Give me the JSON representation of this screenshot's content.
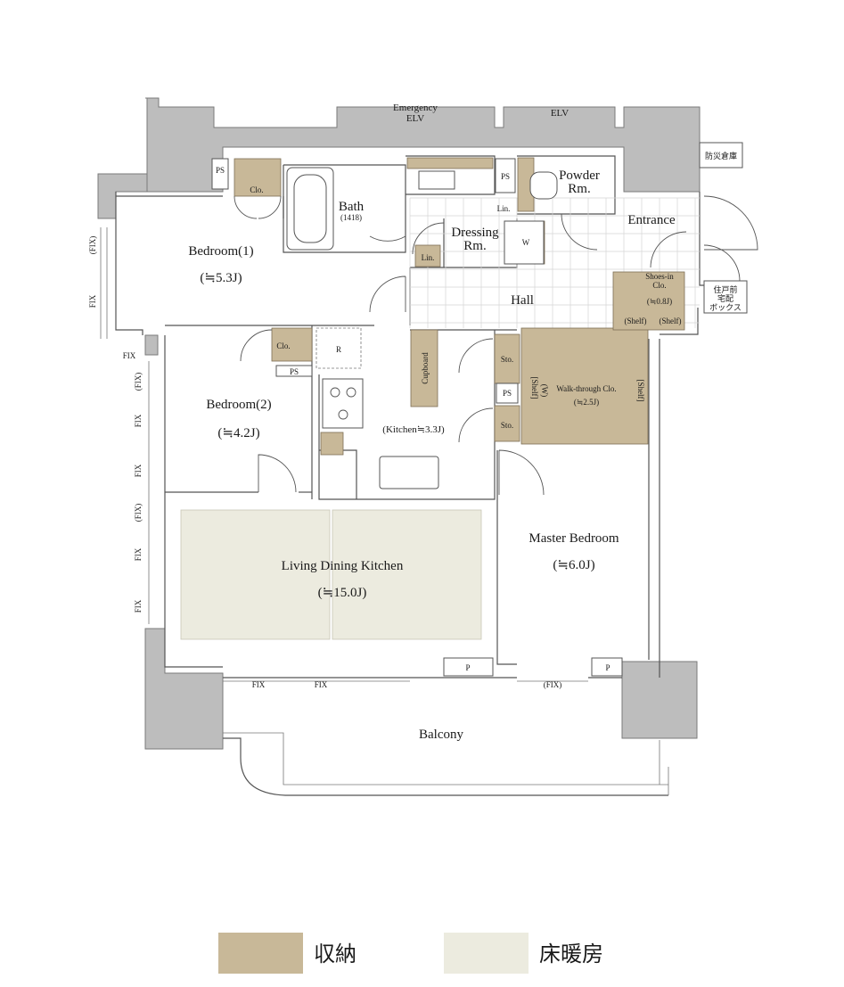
{
  "rooms": {
    "bedroom1": {
      "name": "Bedroom(1)",
      "area": "(≒5.3J)"
    },
    "bedroom2": {
      "name": "Bedroom(2)",
      "area": "(≒4.2J)"
    },
    "ldk": {
      "name": "Living Dining Kitchen",
      "area": "(≒15.0J)"
    },
    "master": {
      "name": "Master Bedroom",
      "area": "(≒6.0J)"
    },
    "kitchen": {
      "label": "(Kitchen≒3.3J)"
    },
    "bath": {
      "name": "Bath",
      "size": "(1418)"
    },
    "dressing": {
      "line1": "Dressing",
      "line2": "Rm."
    },
    "powder": {
      "line1": "Powder",
      "line2": "Rm."
    },
    "hall": {
      "name": "Hall"
    },
    "entrance": {
      "name": "Entrance"
    },
    "balcony": {
      "name": "Balcony"
    },
    "shoes": {
      "line1": "Shoes-in",
      "line2": "Clo.",
      "area": "(≒0.8J)",
      "shelf": "(Shelf)"
    },
    "walk_through": {
      "name": "Walk-through Clo.",
      "area": "(≒2.5J)",
      "shelf": "[Shelf]",
      "w": "(W)"
    }
  },
  "labels": {
    "emergency_elv_1": "Emergency",
    "emergency_elv_2": "ELV",
    "elv": "ELV",
    "disaster_storage": "防災倉庫",
    "delivery_box_1": "住戸前",
    "delivery_box_2": "宅配",
    "delivery_box_3": "ボックス",
    "ps": "PS",
    "clo": "Clo.",
    "lin": "Lin.",
    "sto": "Sto.",
    "w": "W",
    "r": "R",
    "cupboard": "Cupboard",
    "p": "P",
    "fix": "FIX",
    "fix_paren": "(FIX)"
  },
  "legend": {
    "items": [
      {
        "label": "収納",
        "color": "#c8b898"
      },
      {
        "label": "床暖房",
        "color": "#ecebdf"
      }
    ]
  }
}
